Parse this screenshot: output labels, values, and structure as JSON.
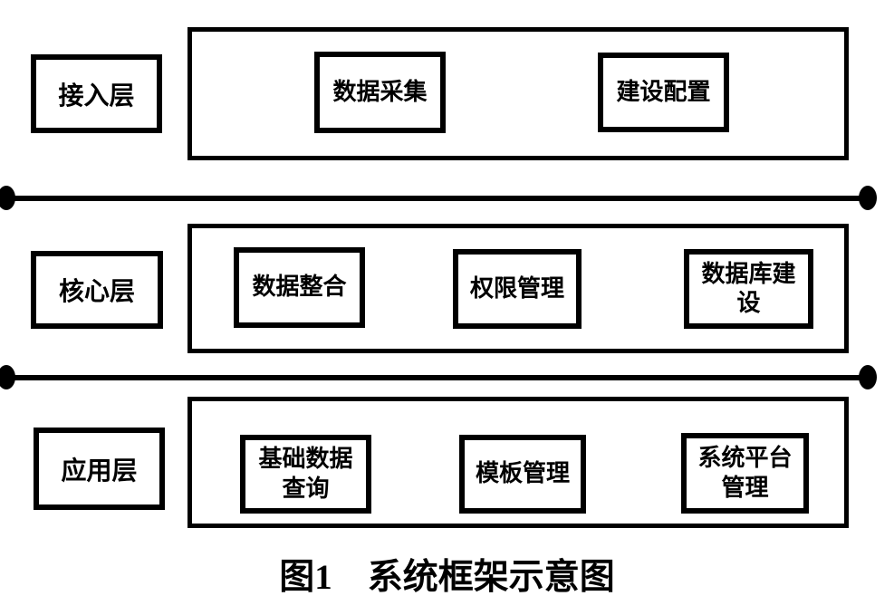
{
  "figure": {
    "caption": "图1　系统框架示意图"
  },
  "layers": [
    {
      "id": "access-layer",
      "label": "接入层",
      "modules": [
        {
          "label": "数据采集"
        },
        {
          "label": "建设配置"
        }
      ]
    },
    {
      "id": "core-layer",
      "label": "核心层",
      "modules": [
        {
          "label": "数据整合"
        },
        {
          "label": "权限管理"
        },
        {
          "label": "数据库建设"
        }
      ]
    },
    {
      "id": "application-layer",
      "label": "应用层",
      "modules": [
        {
          "label": "基础数据查询"
        },
        {
          "label": "模板管理"
        },
        {
          "label": "系统平台管理"
        }
      ]
    }
  ],
  "colors": {
    "stroke": "#000000",
    "background": "#ffffff"
  }
}
